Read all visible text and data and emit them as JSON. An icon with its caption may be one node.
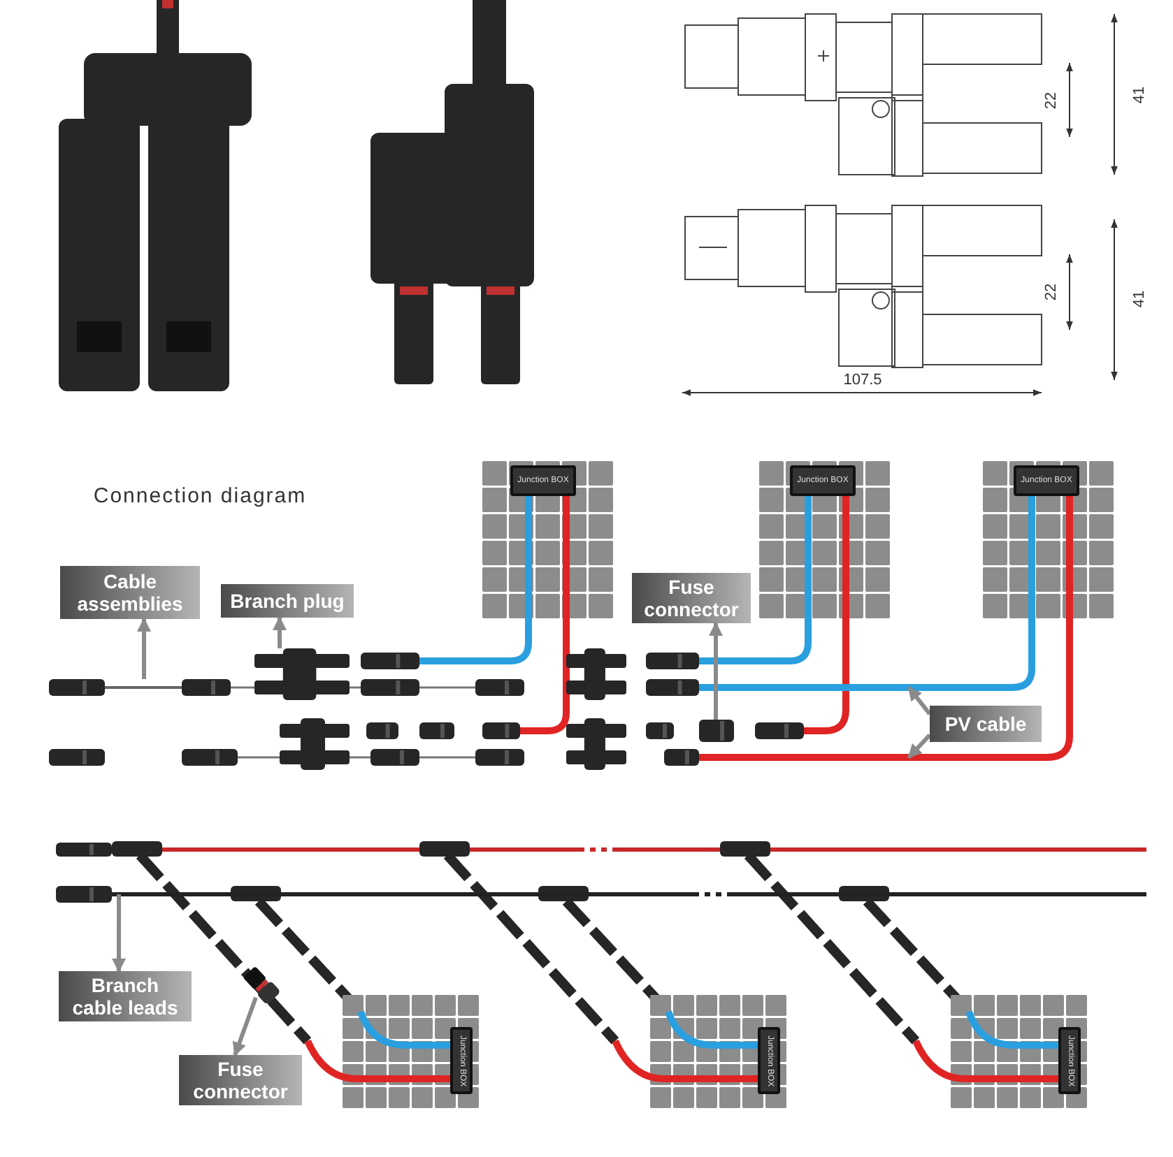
{
  "diagram": {
    "nodes": [
      {
        "text": [
          "Cable assemblies"
        ]
      },
      {
        "text": [],
        "shape": "picture"
      },
      {
        "text": [
          "Branch plug"
        ]
      },
      {
        "text": [],
        "shape": "picture"
      },
      {
        "text": [
          "Fuse connector"
        ]
      },
      {
        "text": [],
        "shape": "picture"
      },
      {
        "text": [
          "PV cable"
        ]
      },
      {
        "text": [],
        "shape": "cable"
      },
      {
        "text": [],
        "shape": "cable"
      },
      {
        "text": [
          "Branch cable leads"
        ]
      },
      {
        "text": [],
        "shape": "cable"
      },
      {
        "text": [
          "Fuse connector"
        ]
      },
      {
        "text": [],
        "shape": "picture"
      },
      {
        "text": [
          "Junction BOX"
        ]
      },
      {
        "text": [
          "Junction BOX"
        ]
      },
      {
        "text": [
          "Junction BOX"
        ]
      },
      {
        "text": [
          "Junction BOX"
        ]
      },
      {
        "text": [
          "Junction BOX"
        ]
      },
      {
        "text": [
          "Junction BOX"
        ]
      }
    ],
    "edges": [
      {
        "from": 1,
        "to": 0,
        "arrow": "to"
      },
      {
        "from": 3,
        "to": 2,
        "arrow": "to"
      },
      {
        "from": 5,
        "to": 4,
        "arrow": "to"
      },
      {
        "from": 6,
        "to": 7,
        "arrow": "to"
      },
      {
        "from": 6,
        "to": 8,
        "arrow": "to"
      },
      {
        "from": 10,
        "to": 9,
        "arrow": "to"
      },
      {
        "from": 12,
        "to": 11,
        "arrow": "to"
      }
    ],
    "labels": [
      "22",
      "41",
      "22",
      "41",
      "107.5",
      "Connection diagram"
    ]
  }
}
